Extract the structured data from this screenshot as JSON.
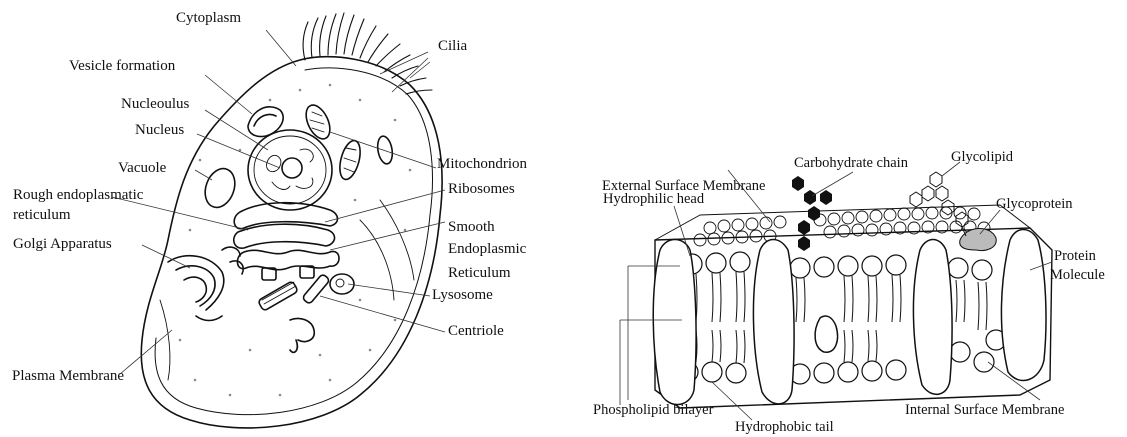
{
  "cell": {
    "labels": {
      "cytoplasm": "Cytoplasm",
      "cilia": "Cilia",
      "vesicle_formation": "Vesicle formation",
      "nucleolus": "Nucleoulus",
      "nucleus": "Nucleus",
      "mitochondrion": "Mitochondrion",
      "vacuole": "Vacuole",
      "ribosomes": "Ribosomes",
      "rough_er_line1": "Rough endoplasmatic",
      "rough_er_line2": "reticulum",
      "smooth_er_line1": "Smooth",
      "smooth_er_line2": "Endoplasmic",
      "smooth_er_line3": "Reticulum",
      "golgi": "Golgi Apparatus",
      "lysosome": "Lysosome",
      "centriole": "Centriole",
      "plasma_membrane": "Plasma Membrane"
    }
  },
  "membrane": {
    "labels": {
      "carbohydrate_chain": "Carbohydrate chain",
      "external_surface": "External Surface Membrane",
      "glycolipid": "Glycolipid",
      "hydrophilic_head": "Hydrophilic head",
      "glycoprotein": "Glycoprotein",
      "protein_line1": "Protein",
      "protein_line2": "Molecule",
      "phospholipid_bilayer": "Phospholipid bilayer",
      "internal_surface": "Internal Surface Membrane",
      "hydrophobic_tail": "Hydrophobic tail"
    }
  },
  "colors": {
    "ink": "#111111",
    "stipple": "#9a9a9a",
    "background": "#ffffff"
  }
}
